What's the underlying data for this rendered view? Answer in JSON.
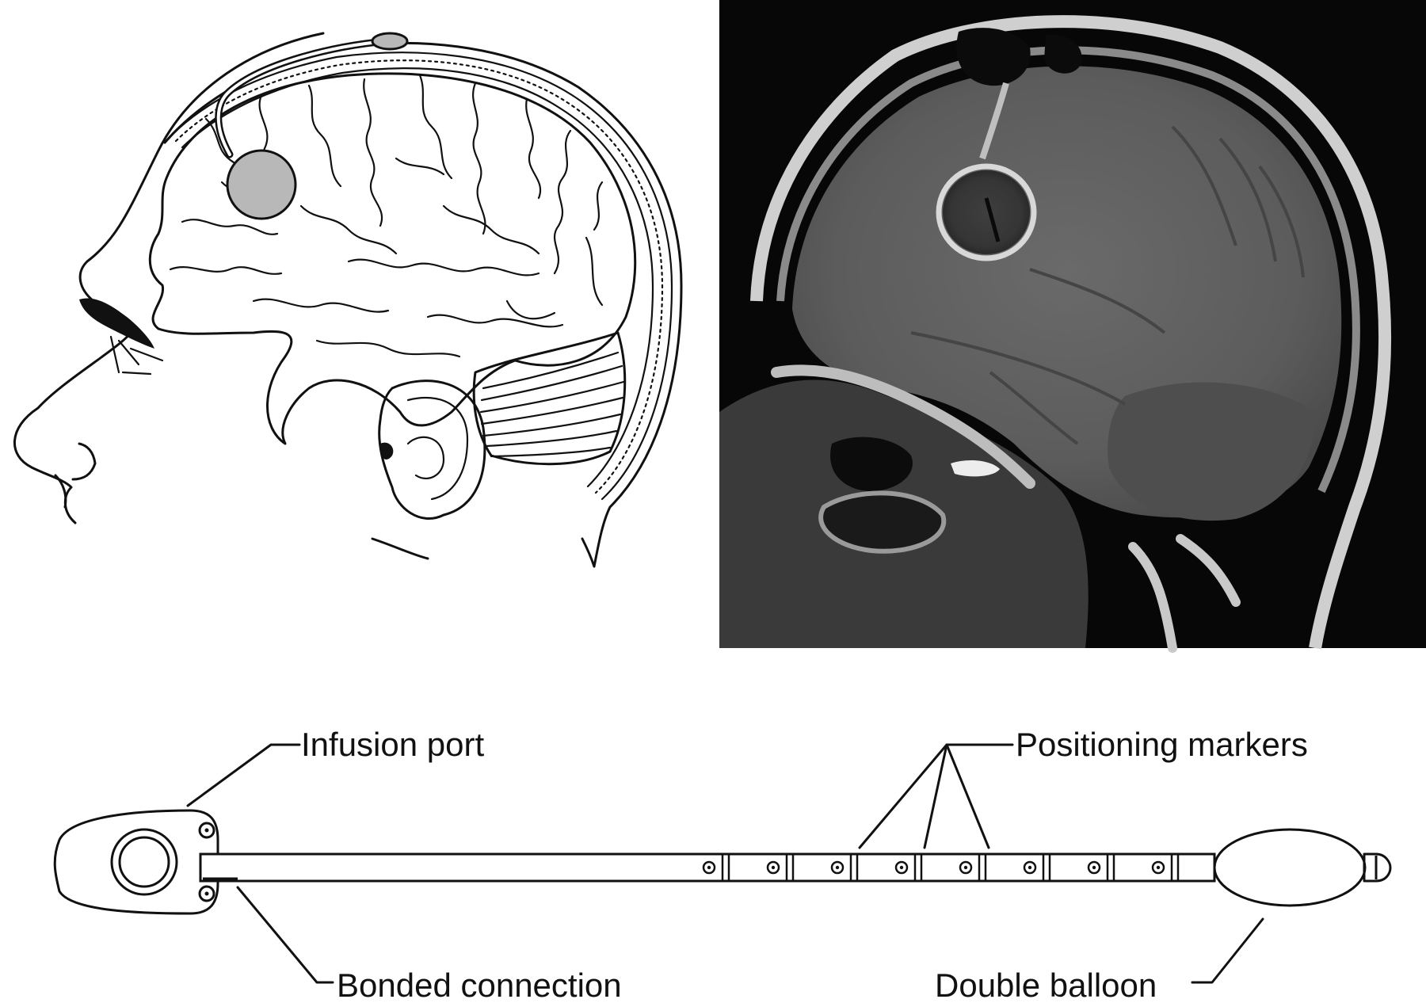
{
  "labels": {
    "infusion_port": "Infusion port",
    "positioning_markers": "Positioning markers",
    "bonded_connection": "Bonded connection",
    "double_balloon": "Double balloon"
  },
  "colors": {
    "tumor_fill": "#b8b8b8",
    "mri_background": "#070707",
    "line": "#111111"
  },
  "catheter": {
    "marker_count": 8
  }
}
